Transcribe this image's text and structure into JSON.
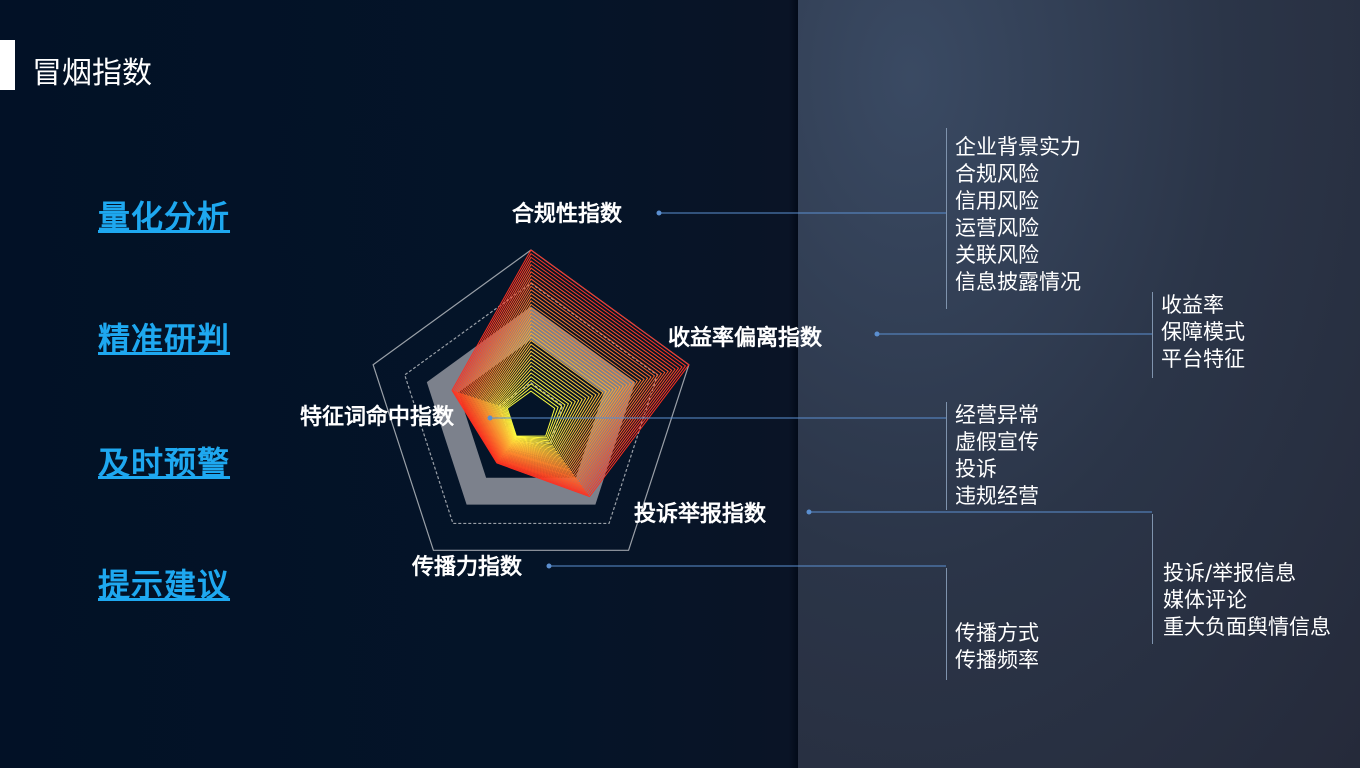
{
  "title": "冒烟指数",
  "side_items": [
    "量化分析",
    "精准研判",
    "及时预警",
    "提示建议"
  ],
  "axes": [
    {
      "label": "合规性指数",
      "value": 1.0,
      "details": [
        "企业背景实力",
        "合规风险",
        "信用风险",
        "运营风险",
        "关联风险",
        "信息披露情况"
      ]
    },
    {
      "label": "收益率偏离指数",
      "value": 1.0,
      "details": [
        "收益率",
        "保障模式",
        "平台特征"
      ]
    },
    {
      "label": "投诉举报指数",
      "value": 0.6,
      "details": [
        "投诉/举报信息",
        "媒体评论",
        "重大负面舆情信息"
      ]
    },
    {
      "label": "传播力指数",
      "value": 0.35,
      "details": [
        "传播方式",
        "传播频率"
      ]
    },
    {
      "label": "特征词命中指数",
      "value": 0.5,
      "details": [
        "经营异常",
        "虚假宣传",
        "投诉",
        "违规经营"
      ]
    }
  ],
  "colors": {
    "accent": "#1ea8f0",
    "line": "#5b8fd0",
    "start": "#ffff40",
    "end": "#ff3020"
  }
}
